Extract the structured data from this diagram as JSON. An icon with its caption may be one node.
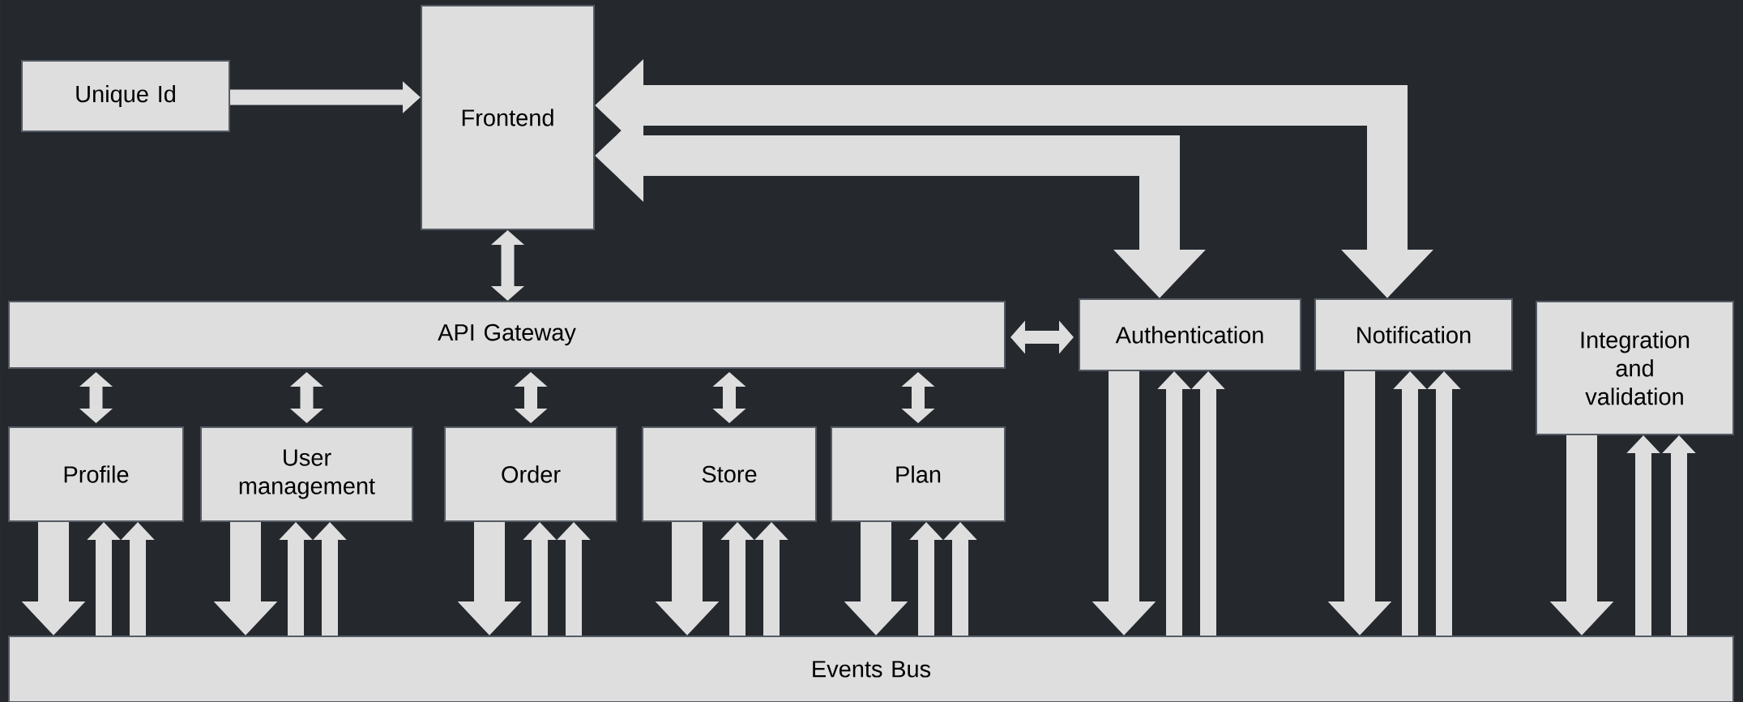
{
  "diagram": {
    "nodes": [
      {
        "text": [
          "Unique Id"
        ]
      },
      {
        "text": [
          "Frontend"
        ]
      },
      {
        "text": [
          "API Gateway"
        ]
      },
      {
        "text": [
          "Authentication"
        ]
      },
      {
        "text": [
          "Notification"
        ]
      },
      {
        "text": [
          "Integration and validation"
        ]
      },
      {
        "text": [
          "Profile"
        ]
      },
      {
        "text": [
          "User management"
        ]
      },
      {
        "text": [
          "Order"
        ]
      },
      {
        "text": [
          "Store"
        ]
      },
      {
        "text": [
          "Plan"
        ]
      },
      {
        "text": [
          "Events Bus"
        ]
      }
    ],
    "edges": [
      {
        "from": 0,
        "to": 1,
        "arrow": "to"
      },
      {
        "from": 1,
        "to": 2,
        "arrow": "both"
      },
      {
        "from": 2,
        "to": 3,
        "arrow": "both"
      },
      {
        "from": 1,
        "to": 3,
        "arrow": "both",
        "style": "thick"
      },
      {
        "from": 1,
        "to": 4,
        "arrow": "both",
        "style": "thick"
      },
      {
        "from": 2,
        "to": 6,
        "arrow": "both"
      },
      {
        "from": 2,
        "to": 7,
        "arrow": "both"
      },
      {
        "from": 2,
        "to": 8,
        "arrow": "both"
      },
      {
        "from": 2,
        "to": 9,
        "arrow": "both"
      },
      {
        "from": 2,
        "to": 10,
        "arrow": "both"
      },
      {
        "from": 6,
        "to": 11,
        "arrow": "to",
        "style": "thick"
      },
      {
        "from": 11,
        "to": 6,
        "arrow": "to"
      },
      {
        "from": 11,
        "to": 6,
        "arrow": "to"
      },
      {
        "from": 7,
        "to": 11,
        "arrow": "to",
        "style": "thick"
      },
      {
        "from": 11,
        "to": 7,
        "arrow": "to"
      },
      {
        "from": 11,
        "to": 7,
        "arrow": "to"
      },
      {
        "from": 8,
        "to": 11,
        "arrow": "to",
        "style": "thick"
      },
      {
        "from": 11,
        "to": 8,
        "arrow": "to"
      },
      {
        "from": 11,
        "to": 8,
        "arrow": "to"
      },
      {
        "from": 9,
        "to": 11,
        "arrow": "to",
        "style": "thick"
      },
      {
        "from": 11,
        "to": 9,
        "arrow": "to"
      },
      {
        "from": 11,
        "to": 9,
        "arrow": "to"
      },
      {
        "from": 10,
        "to": 11,
        "arrow": "to",
        "style": "thick"
      },
      {
        "from": 11,
        "to": 10,
        "arrow": "to"
      },
      {
        "from": 11,
        "to": 10,
        "arrow": "to"
      },
      {
        "from": 3,
        "to": 11,
        "arrow": "to",
        "style": "thick"
      },
      {
        "from": 11,
        "to": 3,
        "arrow": "to"
      },
      {
        "from": 11,
        "to": 3,
        "arrow": "to"
      },
      {
        "from": 4,
        "to": 11,
        "arrow": "to",
        "style": "thick"
      },
      {
        "from": 11,
        "to": 4,
        "arrow": "to"
      },
      {
        "from": 11,
        "to": 4,
        "arrow": "to"
      },
      {
        "from": 5,
        "to": 11,
        "arrow": "to",
        "style": "thick"
      },
      {
        "from": 11,
        "to": 5,
        "arrow": "to"
      },
      {
        "from": 11,
        "to": 5,
        "arrow": "to"
      }
    ]
  }
}
